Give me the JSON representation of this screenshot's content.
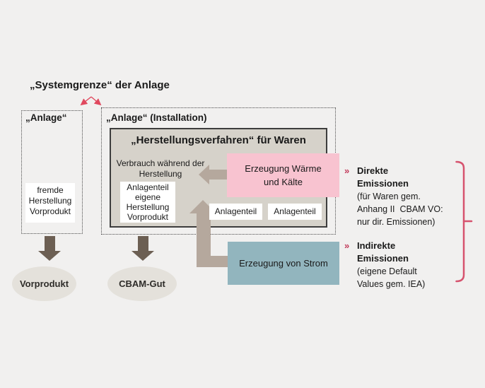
{
  "colors": {
    "background": "#f1f0ef",
    "pink": "#f8c3d0",
    "teal": "#92b5be",
    "process_fill": "#d6d2ca",
    "ellipse_fill": "#e4e1db",
    "arrow_light": "#b5a89d",
    "arrow_dark": "#6c5f53",
    "accent_red": "#e0485e",
    "brace_pink": "#d6536e",
    "text": "#1a1a1a"
  },
  "title": "„Systemgrenze“ der Anlage",
  "anlage_left": {
    "label": "„Anlage“",
    "box": "fremde\nHerstellung\nVorprodukt"
  },
  "anlage_right": {
    "label": "„Anlage“ (Installation)",
    "process": {
      "title": "„Herstellungsverfahren“ für Waren",
      "consumption": "Verbrauch während der\nHerstellung",
      "own_production": "Anlagenteil\neigene\nHerstellung\nVorprodukt",
      "part_label": "Anlagenteil"
    }
  },
  "energy": {
    "heat": "Erzeugung Wärme\nund Kälte",
    "power": "Erzeugung von Strom"
  },
  "outputs": {
    "vorprodukt": "Vorprodukt",
    "cbam": "CBAM-Gut"
  },
  "emissions": {
    "chevron": "»",
    "direct": {
      "title": "Direkte\nEmissionen",
      "detail": "(für Waren gem.\nAnhang II  CBAM VO:\nnur dir. Emissionen)"
    },
    "indirect": {
      "title": "Indirekte\nEmissionen",
      "detail": "(eigene Default\nValues gem. IEA)"
    }
  }
}
